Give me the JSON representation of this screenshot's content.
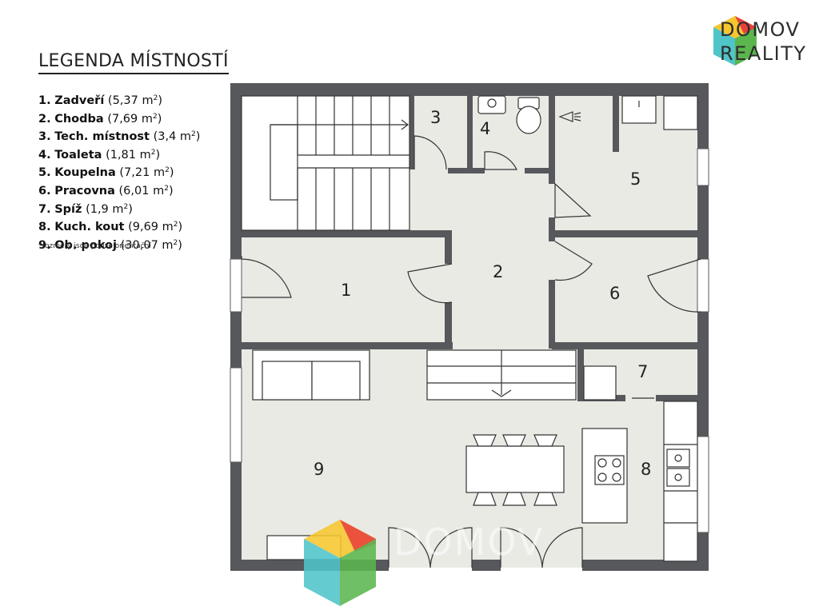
{
  "legend": {
    "title": "LEGENDA MÍSTNOSTÍ",
    "rooms": [
      {
        "num": "1.",
        "name": "Zadveří",
        "area": "(5,37 m",
        "sup": "2",
        "close": ")"
      },
      {
        "num": "2.",
        "name": "Chodba",
        "area": "(7,69 m",
        "sup": "2",
        "close": ")"
      },
      {
        "num": "3.",
        "name": "Tech. místnost",
        "area": "(3,4 m",
        "sup": "2",
        "close": ")"
      },
      {
        "num": "4.",
        "name": "Toaleta",
        "area": "(1,81 m",
        "sup": "2",
        "close": ")"
      },
      {
        "num": "5.",
        "name": "Koupelna",
        "area": " (7,21 m",
        "sup": "2",
        "close": ")"
      },
      {
        "num": "6.",
        "name": "Pracovna",
        "area": "(6,01 m",
        "sup": "2",
        "close": ")"
      },
      {
        "num": "7.",
        "name": "Spíž",
        "area": "(1,9 m",
        "sup": "2",
        "close": ")"
      },
      {
        "num": "8.",
        "name": "Kuch. kout",
        "area": "(9,69 m",
        "sup": "2",
        "close": ")"
      },
      {
        "num": "9.",
        "name": "Ob. pokoj",
        "area": "(30,07 m",
        "sup": "2",
        "close": ")"
      }
    ],
    "note": "*rozměry jsou pouze orientační"
  },
  "brand": {
    "line1": "DOMOV",
    "line2": "REALITY",
    "colors": {
      "yellow": "#f7c62f",
      "red": "#e8413c",
      "teal": "#4fc4c9",
      "green": "#5bb64e"
    }
  },
  "watermark": {
    "text": "DOMOV"
  },
  "plan": {
    "room_labels": [
      "1",
      "2",
      "3",
      "4",
      "5",
      "6",
      "7",
      "8",
      "9"
    ],
    "colors": {
      "wall": "#56585c",
      "floor": "#e9eae4",
      "fixture": "#ffffff",
      "line": "#333333"
    }
  }
}
